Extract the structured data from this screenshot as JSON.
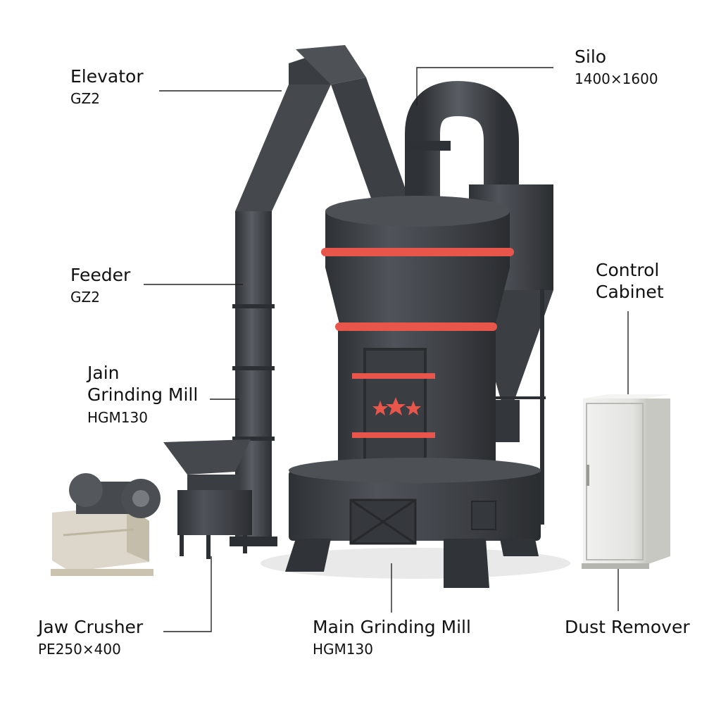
{
  "colors": {
    "machine_dark": "#3a3d41",
    "machine_mid": "#4a4e53",
    "machine_light": "#5c6066",
    "accent_red": "#e8554a",
    "cabinet": "#e4e4e2",
    "crusher": "#dcd7ca",
    "leader_line": "#222222"
  },
  "labels": {
    "elevator": {
      "name": "Elevator",
      "model": "GZ2"
    },
    "feeder": {
      "name": "Feeder",
      "model": "GZ2"
    },
    "jain_mill": {
      "name": "Jain\nGrinding Mill",
      "model": "HGM130"
    },
    "jaw_crusher": {
      "name": "Jaw Crusher",
      "model": "PE250×400"
    },
    "silo": {
      "name": "Silo",
      "model": "1400×1600"
    },
    "control_cabinet": {
      "name": "Control\nCabinet"
    },
    "main_mill": {
      "name": "Main Grinding Mill",
      "model": "HGM130"
    },
    "dust_remover": {
      "name": "Dust Remover"
    }
  }
}
